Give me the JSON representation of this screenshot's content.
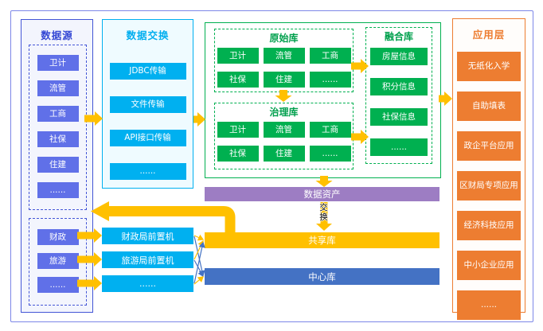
{
  "colors": {
    "source_accent": "#4355d6",
    "source_node": "#6070e8",
    "exchange_accent": "#00b0f0",
    "library_green": "#00b050",
    "app_orange": "#ed7d31",
    "asset_purple": "#9d7dc3",
    "shared_yellow": "#ffc000",
    "center_blue": "#4472c4",
    "arrow_yellow": "#ffc000",
    "frame_blue": "#7d87e8"
  },
  "source": {
    "title": "数据源",
    "group1": [
      "卫计",
      "流管",
      "工商",
      "社保",
      "住建",
      "......"
    ],
    "group2": [
      "财政",
      "旅游",
      "......"
    ]
  },
  "exchange": {
    "title": "数据交换",
    "items": [
      "JDBC传输",
      "文件传输",
      "API接口传输",
      "......"
    ]
  },
  "libraries": {
    "raw": {
      "title": "原始库",
      "items": [
        "卫计",
        "流管",
        "工商",
        "社保",
        "住建",
        "......"
      ]
    },
    "governance": {
      "title": "治理库",
      "items": [
        "卫计",
        "流管",
        "工商",
        "社保",
        "住建",
        "......"
      ]
    },
    "fusion": {
      "title": "融合库",
      "items": [
        "房屋信息",
        "积分信息",
        "社保信息",
        "......"
      ]
    }
  },
  "frontends": [
    "财政局前置机",
    "旅游局前置机",
    "......"
  ],
  "bars": {
    "asset": "数据资产",
    "shared": "共享库",
    "center": "中心库"
  },
  "flow_label": "交换",
  "app": {
    "title": "应用层",
    "items": [
      "无纸化入学",
      "自助填表",
      "政企平台应用",
      "区财局专项应用",
      "经济科技应用",
      "中小企业应用",
      "......"
    ]
  }
}
